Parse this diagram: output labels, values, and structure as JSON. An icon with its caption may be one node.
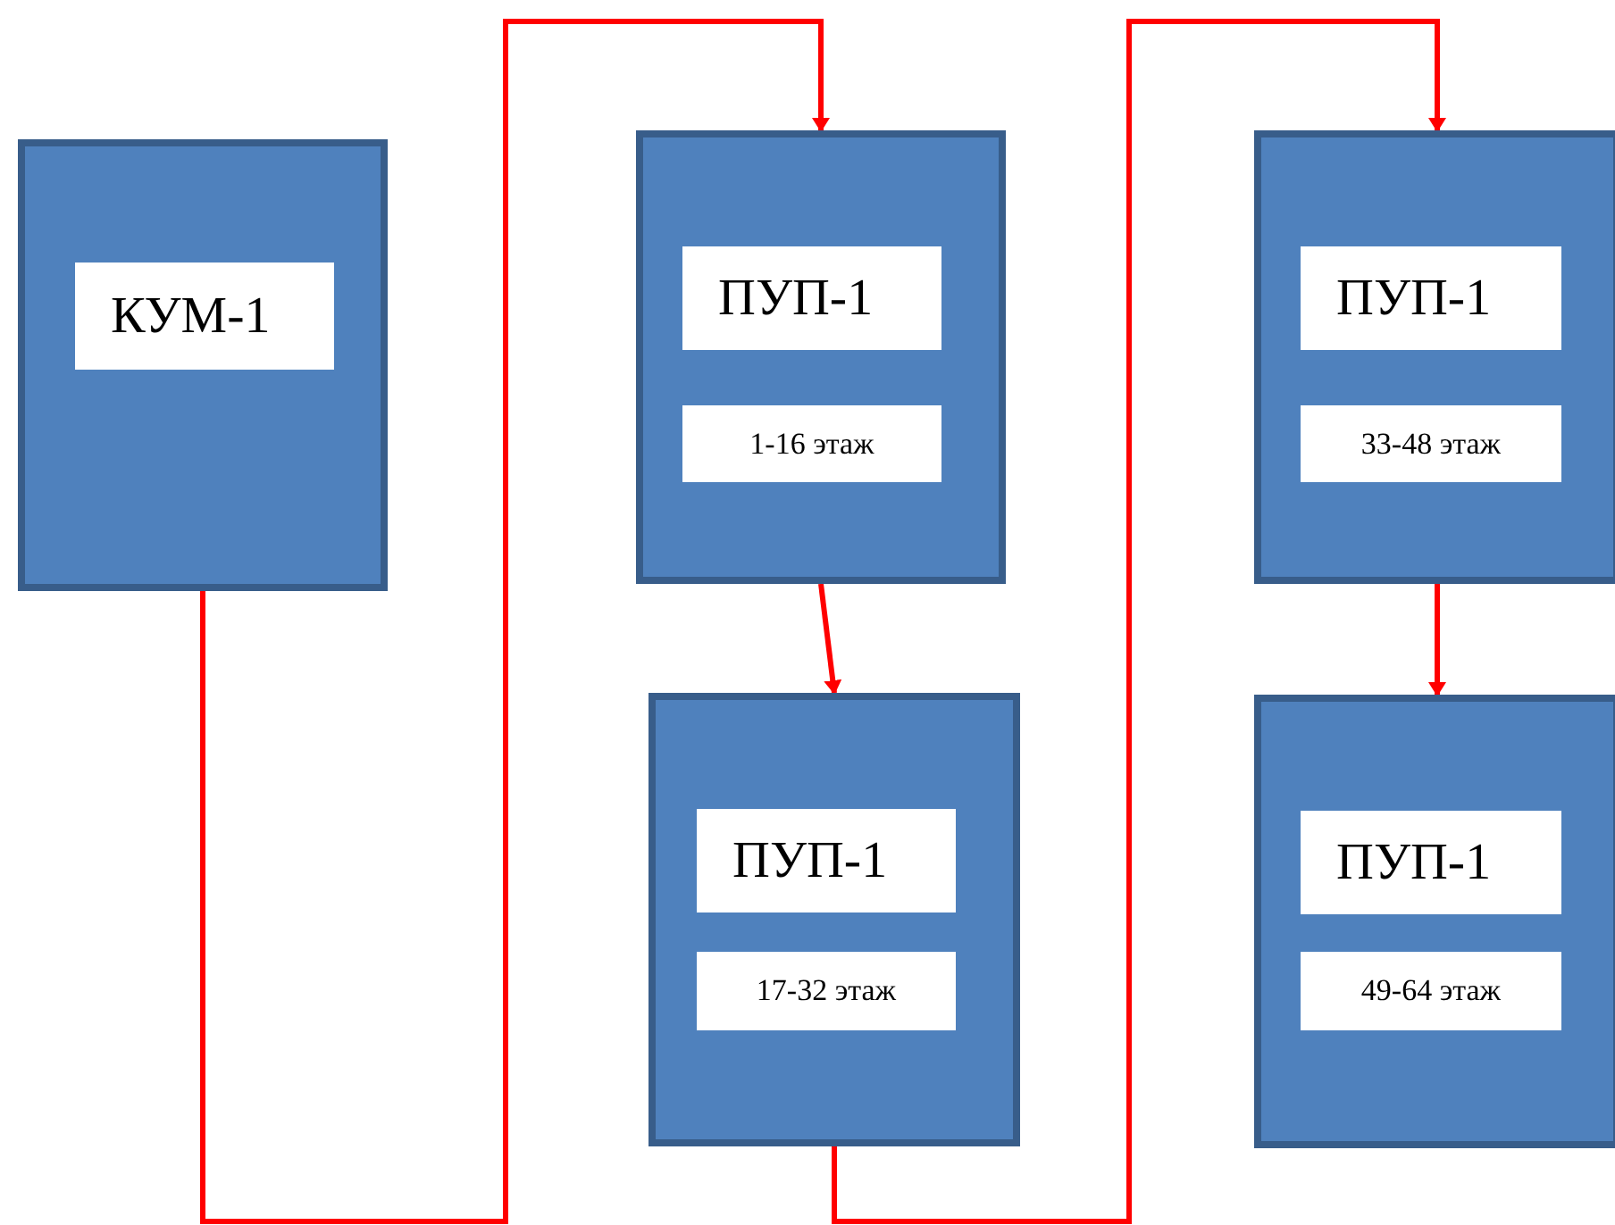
{
  "diagram": {
    "nodes": [
      {
        "text": [
          "КУМ-1"
        ]
      },
      {
        "text": [
          "ПУП-1",
          "1-16 этаж"
        ]
      },
      {
        "text": [
          "ПУП-1",
          "17-32 этаж"
        ]
      },
      {
        "text": [
          "ПУП-1",
          "33-48 этаж"
        ]
      },
      {
        "text": [
          "ПУП-1",
          "49-64 этаж"
        ]
      }
    ],
    "edges": [
      {
        "from": 0,
        "to": 1,
        "arrow": "to"
      },
      {
        "from": 1,
        "to": 2,
        "arrow": "to"
      },
      {
        "from": 2,
        "to": 3,
        "arrow": "to"
      },
      {
        "from": 3,
        "to": 4,
        "arrow": "to"
      }
    ]
  }
}
